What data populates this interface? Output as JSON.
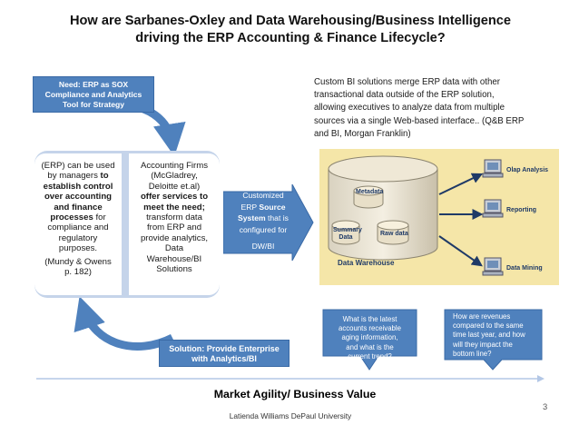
{
  "title": {
    "line1": "How are Sarbanes-Oxley and Data Warehousing/Business Intelligence",
    "line2": "driving the ERP Accounting & Finance Lifecycle?"
  },
  "need_box": {
    "line1": "Need: ERP as SOX",
    "line2": "Compliance and Analytics",
    "line3": "Tool for Strategy"
  },
  "cycle": {
    "left": {
      "l1": "(ERP) can be used",
      "l2a": "by managers ",
      "l2b": "to",
      "l3": "establish control",
      "l4": "over accounting",
      "l5": "and finance",
      "l6a": "processes",
      "l6b": " for",
      "l7": "compliance and",
      "l8": "regulatory",
      "l9": "purposes.",
      "l10": "(Mundy & Owens",
      "l11": "p. 182)"
    },
    "right": {
      "l1": "Accounting Firms",
      "l2": "(McGladrey,",
      "l3": "Deloitte et.al)",
      "l4": "offer services to",
      "l5": "meet the need;",
      "l6": "transform data",
      "l7": "from ERP  and",
      "l8": "provide analytics,",
      "l9": "Data",
      "l10": "Warehouse/BI",
      "l11": "Solutions"
    }
  },
  "custom_arrow": {
    "l1": "Customized",
    "l2a": "ERP ",
    "l2b": "Source",
    "l3a": "System",
    "l3b": " that is",
    "l4": "configured for",
    "l5": "DW/BI"
  },
  "bi_text": {
    "l1": "Custom BI solutions merge ERP data with other",
    "l2": "transactional data outside of the ERP solution,",
    "l3": "allowing executives to analyze data from multiple",
    "l4": "sources via a single Web-based interface.. (Q&B ERP",
    "l5": "and BI, Morgan Franklin)"
  },
  "dw_diagram": {
    "metadata": "Metadata",
    "summary1": "Summary",
    "summary2": "Data",
    "raw": "Raw data",
    "warehouse": "Data Warehouse",
    "olap": "Olap Analysis",
    "reporting": "Reporting",
    "mining": "Data Mining"
  },
  "solution_box": {
    "l1": "Solution: Provide Enterprise",
    "l2": "with Analytics/BI"
  },
  "latest_box": {
    "l1": "What is the latest",
    "l2": "accounts receivable",
    "l3": "aging information,",
    "l4": "and what is the",
    "l5": "current trend?"
  },
  "revenue_box": {
    "l1": "How are revenues",
    "l2": "compared to the same",
    "l3": "time last year, and how",
    "l4": "will they impact the",
    "l5": "bottom line?"
  },
  "market_label": "Market Agility/ Business Value",
  "page_number": "3",
  "footer": "Latienda Williams DePaul University",
  "colors": {
    "blue": "#4f81bd",
    "light_blue": "#c5d4ea",
    "dw_panel": "#f5e6a8",
    "dark_navy": "#1f3a67"
  }
}
